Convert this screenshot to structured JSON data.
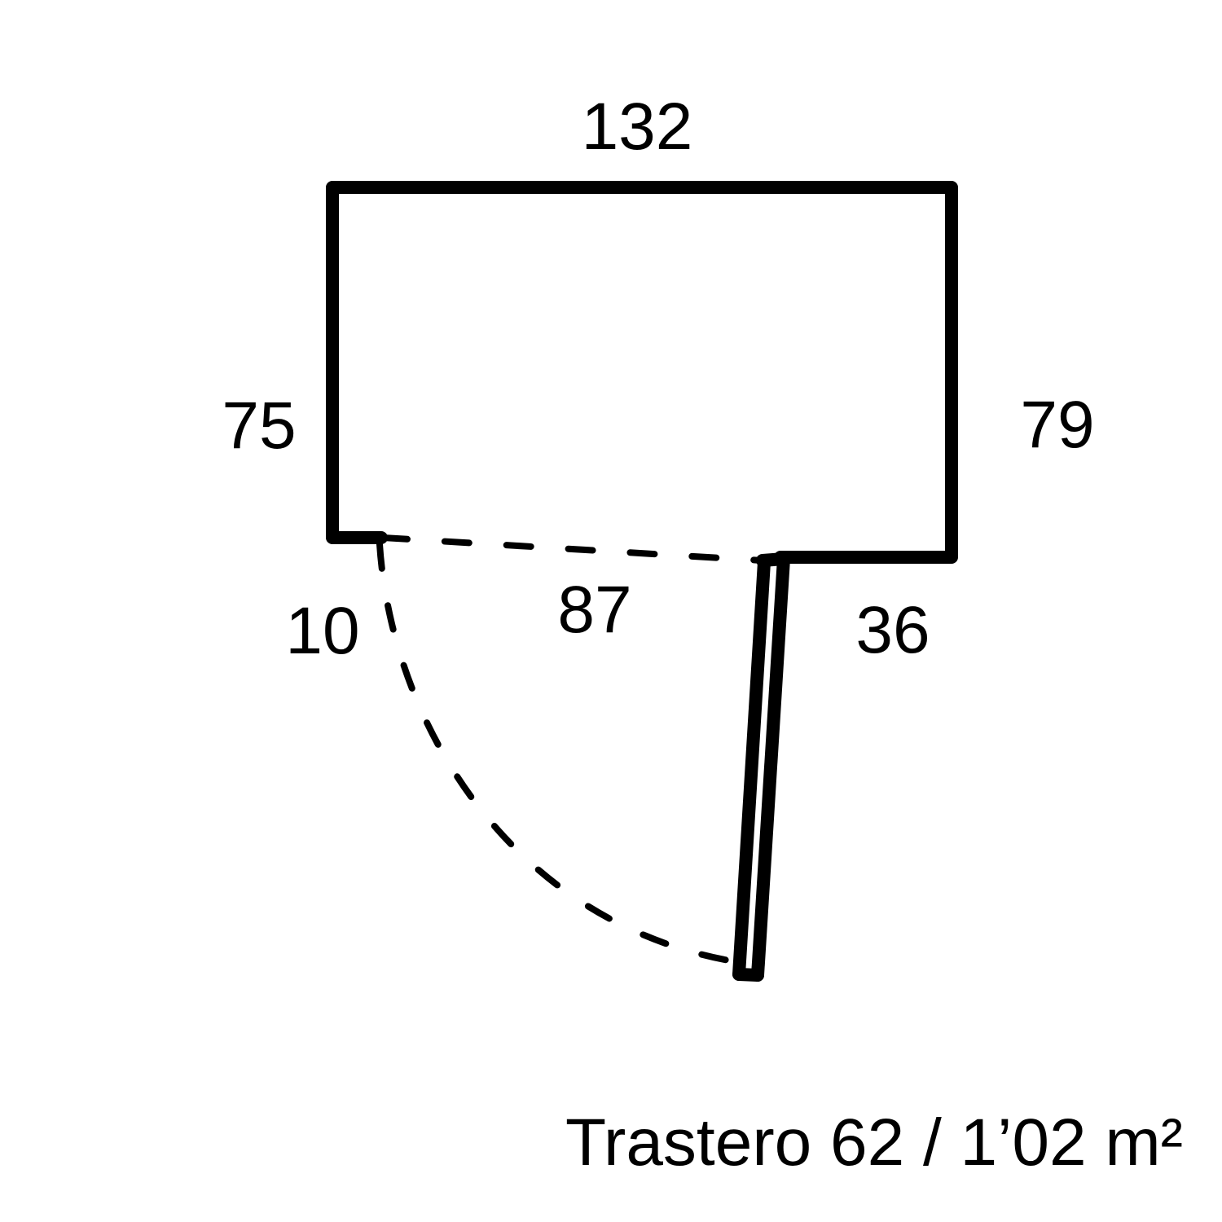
{
  "plan": {
    "dimensions": {
      "top": "132",
      "left": "75",
      "right": "79",
      "door_return": "10",
      "door_opening": "87",
      "bottom_right": "36"
    },
    "title": "Trastero 62 / 1’02 m²"
  },
  "colors": {
    "line": "#000000",
    "background": "#ffffff"
  }
}
